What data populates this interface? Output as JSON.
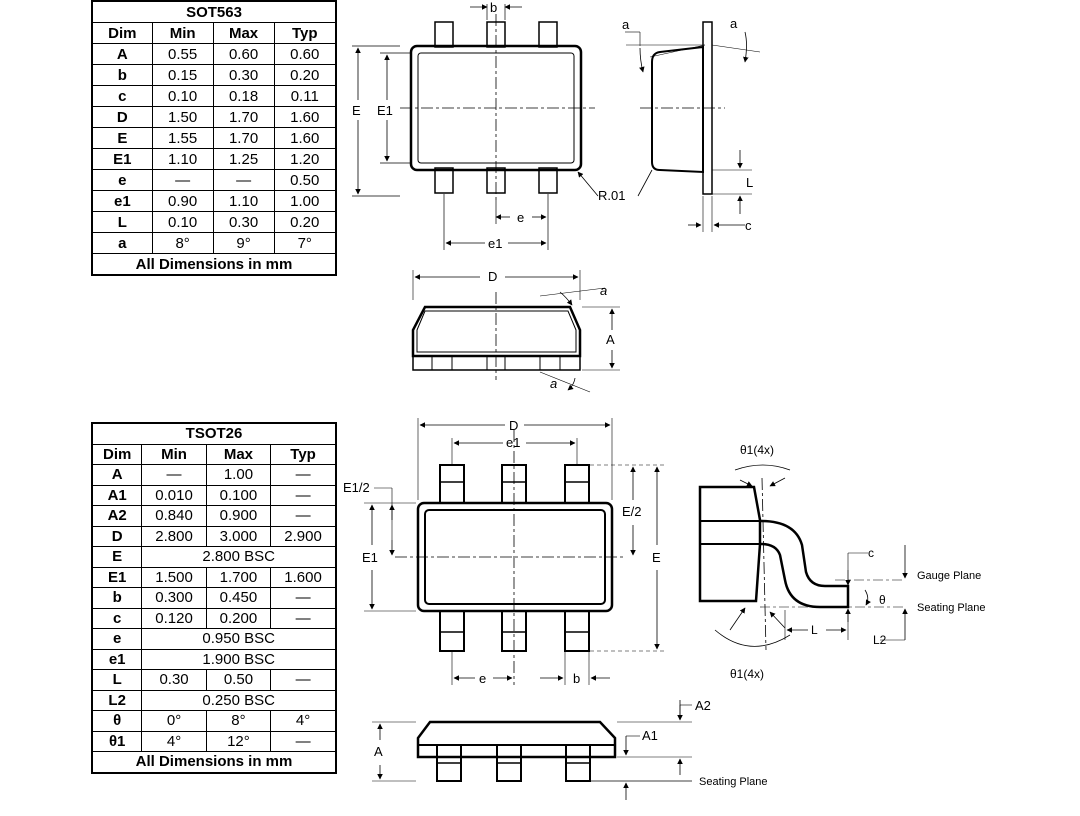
{
  "sot563": {
    "title": "SOT563",
    "headers": [
      "Dim",
      "Min",
      "Max",
      "Typ"
    ],
    "rows": [
      [
        "A",
        "0.55",
        "0.60",
        "0.60"
      ],
      [
        "b",
        "0.15",
        "0.30",
        "0.20"
      ],
      [
        "c",
        "0.10",
        "0.18",
        "0.11"
      ],
      [
        "D",
        "1.50",
        "1.70",
        "1.60"
      ],
      [
        "E",
        "1.55",
        "1.70",
        "1.60"
      ],
      [
        "E1",
        "1.10",
        "1.25",
        "1.20"
      ],
      [
        "e",
        "—",
        "—",
        "0.50"
      ],
      [
        "e1",
        "0.90",
        "1.10",
        "1.00"
      ],
      [
        "L",
        "0.10",
        "0.30",
        "0.20"
      ],
      [
        "a",
        "8°",
        "9°",
        "7°"
      ]
    ],
    "footer": "All Dimensions in mm"
  },
  "tsot26": {
    "title": "TSOT26",
    "headers": [
      "Dim",
      "Min",
      "Max",
      "Typ"
    ],
    "rows": [
      [
        "A",
        "—",
        "1.00",
        "—"
      ],
      [
        "A1",
        "0.010",
        "0.100",
        "—"
      ],
      [
        "A2",
        "0.840",
        "0.900",
        "—"
      ],
      [
        "D",
        "2.800",
        "3.000",
        "2.900"
      ],
      [
        "E",
        "2.800 BSC"
      ],
      [
        "E1",
        "1.500",
        "1.700",
        "1.600"
      ],
      [
        "b",
        "0.300",
        "0.450",
        "—"
      ],
      [
        "c",
        "0.120",
        "0.200",
        "—"
      ],
      [
        "e",
        "0.950 BSC"
      ],
      [
        "e1",
        "1.900 BSC"
      ],
      [
        "L",
        "0.30",
        "0.50",
        "—"
      ],
      [
        "L2",
        "0.250 BSC"
      ],
      [
        "θ",
        "0°",
        "8°",
        "4°"
      ],
      [
        "θ1",
        "4°",
        "12°",
        "—"
      ]
    ],
    "footer": "All Dimensions in mm"
  },
  "labels": {
    "sot_top": {
      "b": "b",
      "E": "E",
      "E1": "E1",
      "e": "e",
      "e1": "e1",
      "R": "R.01"
    },
    "sot_side": {
      "a1": "a",
      "a2": "a",
      "L": "L",
      "c": "c"
    },
    "sot_front": {
      "D": "D",
      "a1": "a",
      "A": "A",
      "a2": "a"
    },
    "tsot_top": {
      "D": "D",
      "e1": "e1",
      "E12": "E1/2",
      "E2": "E/2",
      "E1": "E1",
      "E": "E",
      "e": "e",
      "b": "b"
    },
    "tsot_side": {
      "theta1_top": "θ1(4x)",
      "c": "c",
      "gauge": "Gauge Plane",
      "theta": "θ",
      "seating": "Seating Plane",
      "L": "L",
      "L2": "L2",
      "theta1_bot": "θ1(4x)"
    },
    "tsot_front": {
      "A2": "A2",
      "A1": "A1",
      "A": "A",
      "seating": "Seating Plane"
    }
  }
}
